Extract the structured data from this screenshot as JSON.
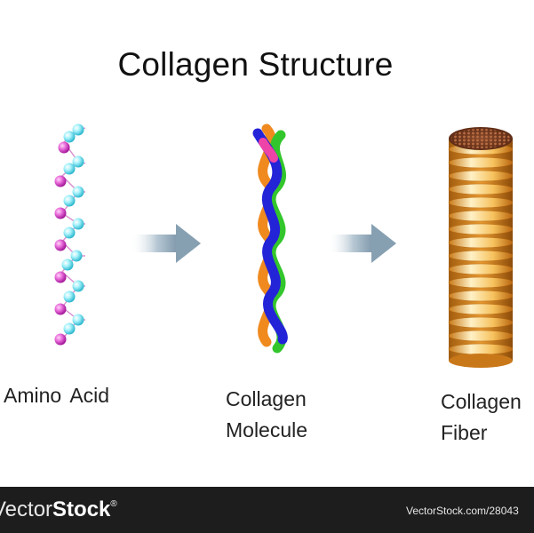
{
  "title": "Collagen Structure",
  "labels": {
    "amino_acid": "Amino  Acid",
    "molecule_line1": "Collagen",
    "molecule_line2": "Molecule",
    "fiber_line1": "Collagen",
    "fiber_line2": "Fiber"
  },
  "footer": {
    "brand_part1": "Vector",
    "brand_part2": "Stock",
    "brand_reg": "®",
    "url": "VectorStock.com/28043"
  },
  "colors": {
    "bead_cyan": "#7fe3ef",
    "bead_magenta": "#e04fd4",
    "strand_blue": "#2323d8",
    "strand_green": "#33c62c",
    "strand_orange": "#f08a1e",
    "strand_magenta": "#ee44a8",
    "arrow": "#8fa7b8",
    "fiber_band": "#f2b24d",
    "fiber_top": "#7a3d22",
    "footer_bg": "#1d1d1d"
  },
  "icons": {
    "amino_acid_chain": "bead-chain-icon",
    "collagen_molecule": "triple-helix-icon",
    "collagen_fiber": "banded-cylinder-icon",
    "arrows": "right-arrow-icon"
  }
}
